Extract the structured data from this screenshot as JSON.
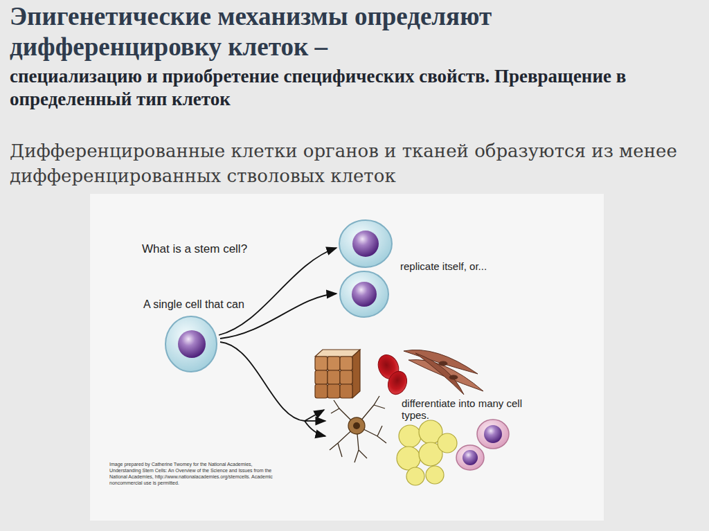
{
  "diagram": {
    "title": "Эпигенетические механизмы определяют дифференцировку клеток –",
    "caption": "Image prepared by Catherine Twomey for the National Academies, Understanding Stem Cells: An Overview of the Science and Issues from the National Academies, http://www.nationalacademies.org/stemcells. Academic noncommercial use is permitted.",
    "labels": [
      "специализацию и приобретение специфических свойств. Превращение в определенный тип клеток",
      "Дифференцированные клетки органов и тканей образуются из менее дифференцированных стволовых клеток",
      "What is a stem cell?",
      "A single cell that can",
      "replicate itself, or...",
      "differentiate into many cell types."
    ]
  }
}
